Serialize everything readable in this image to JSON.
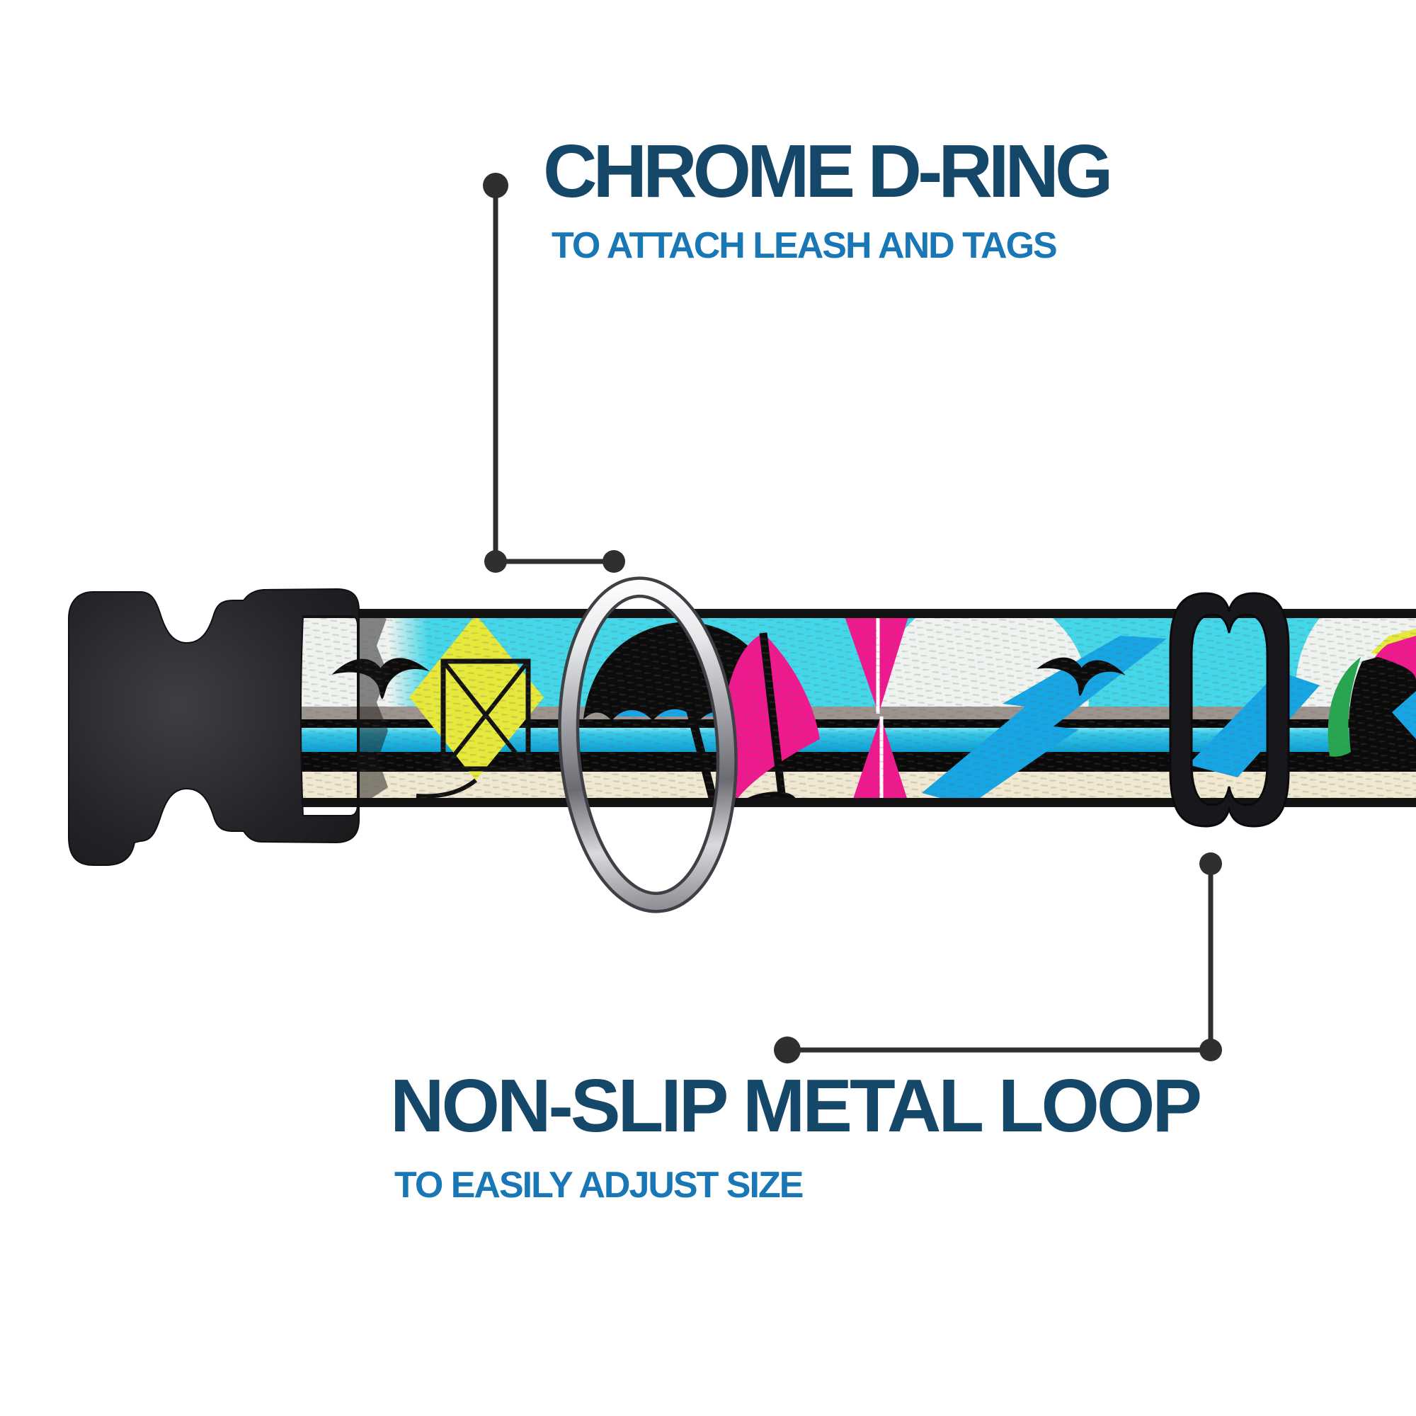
{
  "callouts": {
    "top": {
      "title": "CHROME D-RING",
      "subtitle": "TO ATTACH LEASH AND TAGS"
    },
    "bottom": {
      "title": "NON-SLIP METAL LOOP",
      "subtitle": "TO EASILY ADJUST SIZE"
    }
  },
  "product": {
    "parts": {
      "buckle": "black-side-release-buckle",
      "webbing": "beach-pattern-collar-webbing",
      "dring": "chrome-d-ring",
      "loop": "non-slip-metal-loop"
    },
    "pattern_motifs": [
      "seagull-silhouette",
      "yellow-kite",
      "black-beach-umbrella",
      "pink-windsurf-sail",
      "pink-hourglass",
      "white-sun",
      "blue-lightning-bolt",
      "multicolor-beach-umbrella",
      "ocean-stripe",
      "sand-stripe"
    ]
  },
  "colors": {
    "heading": "#154768",
    "subheading": "#1877B4",
    "callout": "#2F2F31",
    "buckle": "#1B1B1E",
    "buckle_hi": "#3E3E44",
    "loop": "#18181C",
    "chrome_dark": "#3F4045",
    "sky": "#43D7E9",
    "sun": "#EFF3F0",
    "horizon_grey": "#9C948E",
    "water_light": "#5ADEF0",
    "water_deep": "#0B9FD3",
    "stripe_black": "#0A0A0A",
    "sand": "#F0E8D0",
    "selvage": "#131313",
    "magenta": "#F0188F",
    "yellow": "#E6E93B",
    "bolt_blue": "#16A5E5",
    "green": "#27A650",
    "bird_black": "#0C0C0C"
  }
}
